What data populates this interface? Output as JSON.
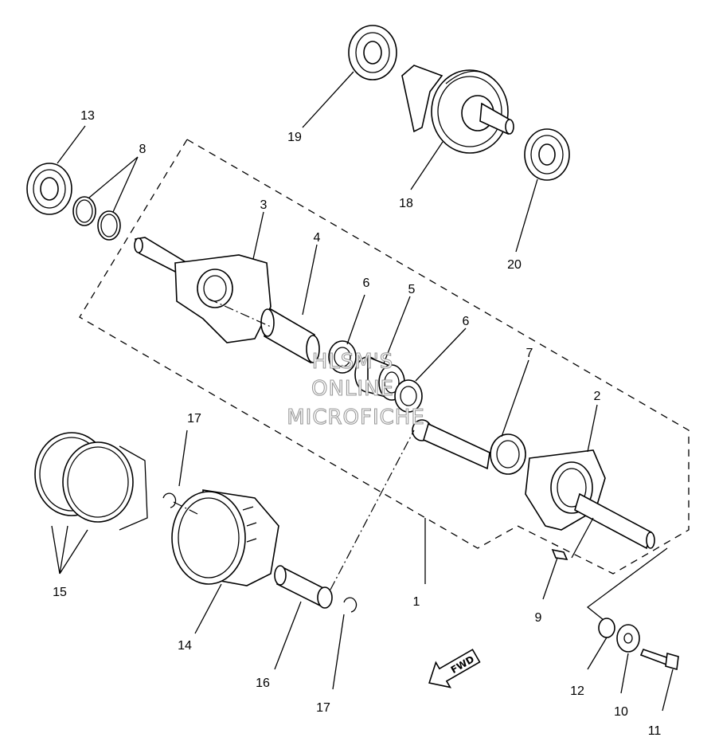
{
  "callouts": {
    "c1": "1",
    "c2": "2",
    "c3": "3",
    "c4": "4",
    "c5": "5",
    "c6a": "6",
    "c6b": "6",
    "c7": "7",
    "c8": "8",
    "c9": "9",
    "c10": "10",
    "c11": "11",
    "c12": "12",
    "c13": "13",
    "c14": "14",
    "c15": "15",
    "c16": "16",
    "c17a": "17",
    "c17b": "17",
    "c18": "18",
    "c19": "19",
    "c20": "20"
  },
  "watermark": {
    "line1": "HLSM'S",
    "line2": "ONLINE",
    "line3": "MICROFICHE"
  },
  "fwd_label": "FWD"
}
